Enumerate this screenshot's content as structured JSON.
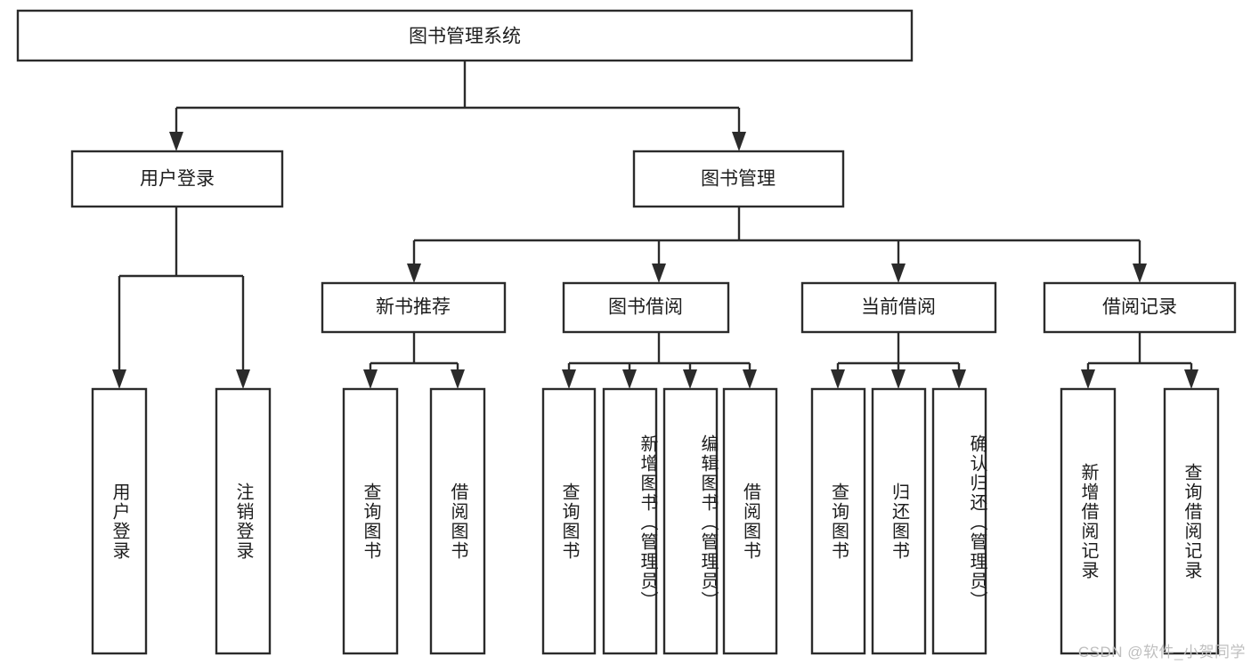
{
  "diagram": {
    "title": "图书管理系统",
    "type": "tree-hierarchy-chart",
    "root": {
      "label": "图书管理系统"
    },
    "level2": [
      {
        "label": "用户登录"
      },
      {
        "label": "图书管理"
      }
    ],
    "level3": [
      {
        "label": "新书推荐"
      },
      {
        "label": "图书借阅"
      },
      {
        "label": "当前借阅"
      },
      {
        "label": "借阅记录"
      }
    ],
    "leaves": {
      "user_login": [
        {
          "label": "用户登录"
        },
        {
          "label": "注销登录"
        }
      ],
      "new_book_recommend": [
        {
          "label": "查询图书"
        },
        {
          "label": "借阅图书"
        }
      ],
      "book_borrow": [
        {
          "label": "查询图书"
        },
        {
          "label": "新增图书（管理员）"
        },
        {
          "label": "编辑图书（管理员）"
        },
        {
          "label": "借阅图书"
        }
      ],
      "current_borrow": [
        {
          "label": "查询图书"
        },
        {
          "label": "归还图书"
        },
        {
          "label": "确认归还（管理员）"
        }
      ],
      "borrow_record": [
        {
          "label": "新增借阅记录"
        },
        {
          "label": "查询借阅记录"
        }
      ]
    }
  },
  "watermark": {
    "text": "CSDN @软件_小贺同学"
  },
  "colors": {
    "stroke": "#2b2b2b",
    "box_fill": "#ffffff",
    "text": "#1d1d1d",
    "watermark": "#bfbfbf",
    "background": "#ffffff"
  }
}
